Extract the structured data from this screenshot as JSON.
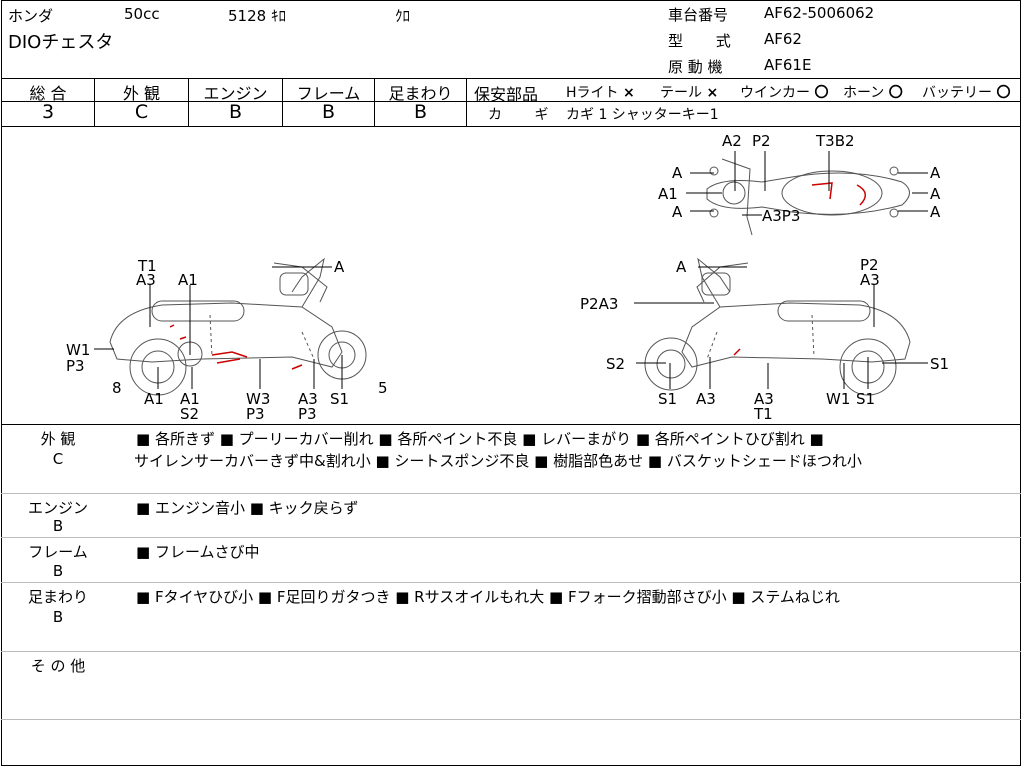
{
  "header": {
    "maker": "ホンダ",
    "cc": "50cc",
    "mileage": "5128 ｷﾛ",
    "color": "ｸﾛ",
    "model_name": "DIOチェスタ",
    "frame_no_label": "車台番号",
    "frame_no": "AF62-5006062",
    "type_label": "型 式",
    "type_value": "AF62",
    "engine_label": "原 動 機",
    "engine_value": "AF61E"
  },
  "grades": {
    "headers": [
      "総 合",
      "外 観",
      "エンジン",
      "フレーム",
      "足まわり"
    ],
    "values": [
      "3",
      "C",
      "B",
      "B",
      "B"
    ]
  },
  "safety": {
    "label": "保安部品",
    "items": [
      {
        "name": "Hライト",
        "mark": "×"
      },
      {
        "name": "テール",
        "mark": "×"
      },
      {
        "name": "ウインカー",
        "mark": "〇"
      },
      {
        "name": "ホーン",
        "mark": "〇"
      },
      {
        "name": "バッテリー",
        "mark": "〇"
      }
    ],
    "key_label": "カ ギ",
    "key_value": "カギ 1 シャッターキー1"
  },
  "diagram_labels": {
    "left": [
      "T1",
      "A3",
      "A1",
      "A",
      "W1",
      "P3",
      "8",
      "A1",
      "A1",
      "S2",
      "W3",
      "P3",
      "A3",
      "P3",
      "S1",
      "5"
    ],
    "right": [
      "A",
      "P2A3",
      "P2",
      "A3",
      "S2",
      "S1",
      "A3",
      "A3",
      "T1",
      "W1",
      "S1",
      "S1"
    ],
    "top": [
      "A2",
      "P2",
      "T3B2",
      "A",
      "A1",
      "A",
      "A3P3",
      "A",
      "A",
      "A"
    ]
  },
  "sections": [
    {
      "label": "外 観",
      "grade": "C",
      "lines": [
        "■ 各所きず ■ プーリーカバー削れ ■ 各所ペイント不良 ■ レバーまがり ■ 各所ペイントひび割れ ■",
        "サイレンサーカバーきず中&割れ小 ■ シートスポンジ不良 ■ 樹脂部色あせ ■ バスケットシェードほつれ小"
      ]
    },
    {
      "label": "エンジン",
      "grade": "B",
      "lines": [
        "■ エンジン音小 ■ キック戻らず"
      ]
    },
    {
      "label": "フレーム",
      "grade": "B",
      "lines": [
        "■ フレームさび中"
      ]
    },
    {
      "label": "足まわり",
      "grade": "B",
      "lines": [
        "■ Fタイヤひび小 ■ F足回りガタつき ■ Rサスオイルもれ大 ■ Fフォーク摺動部さび小 ■ ステムねじれ"
      ]
    },
    {
      "label": "そ の 他",
      "grade": "",
      "lines": []
    }
  ]
}
